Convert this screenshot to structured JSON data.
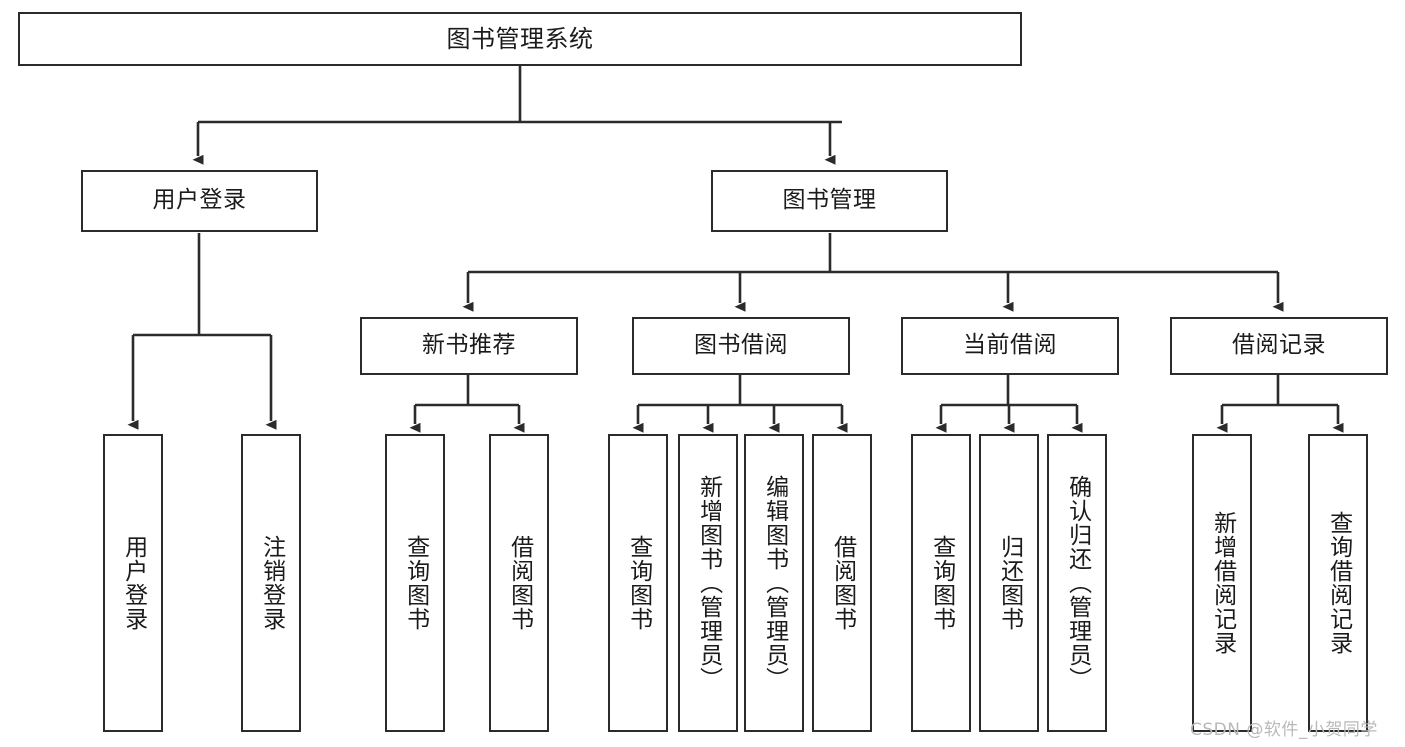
{
  "diagram": {
    "type": "tree",
    "title": "图书管理系统",
    "watermark": "CSDN @软件_小贺同学",
    "colors": {
      "stroke": "#2b2b2b",
      "fill": "#ffffff",
      "text": "#1b1b1b",
      "watermark": "#b9b9b9"
    },
    "levels": {
      "level1": [
        {
          "id": "root",
          "label": "图书管理系统"
        }
      ],
      "level2": [
        {
          "id": "login",
          "label": "用户登录"
        },
        {
          "id": "bookmgmt",
          "label": "图书管理"
        }
      ],
      "level3": [
        {
          "id": "newbook",
          "label": "新书推荐"
        },
        {
          "id": "borrow",
          "label": "图书借阅"
        },
        {
          "id": "current",
          "label": "当前借阅"
        },
        {
          "id": "records",
          "label": "借阅记录"
        }
      ],
      "leaves": [
        {
          "id": "leaf-user-login",
          "label": "用户登录",
          "parent": "login"
        },
        {
          "id": "leaf-user-logout",
          "label": "注销登录",
          "parent": "login"
        },
        {
          "id": "leaf-newbook-query",
          "label": "查询图书",
          "parent": "newbook"
        },
        {
          "id": "leaf-newbook-borrow",
          "label": "借阅图书",
          "parent": "newbook"
        },
        {
          "id": "leaf-borrow-query",
          "label": "查询图书",
          "parent": "borrow"
        },
        {
          "id": "leaf-borrow-add",
          "label": "新增图书（管理员）",
          "parent": "borrow"
        },
        {
          "id": "leaf-borrow-edit",
          "label": "编辑图书（管理员）",
          "parent": "borrow"
        },
        {
          "id": "leaf-borrow-lend",
          "label": "借阅图书",
          "parent": "borrow"
        },
        {
          "id": "leaf-current-query",
          "label": "查询图书",
          "parent": "current"
        },
        {
          "id": "leaf-current-return",
          "label": "归还图书",
          "parent": "current"
        },
        {
          "id": "leaf-current-confirm",
          "label": "确认归还（管理员）",
          "parent": "current"
        },
        {
          "id": "leaf-records-add",
          "label": "新增借阅记录",
          "parent": "records"
        },
        {
          "id": "leaf-records-query",
          "label": "查询借阅记录",
          "parent": "records"
        }
      ]
    },
    "edges": [
      {
        "from": "root",
        "to": "login"
      },
      {
        "from": "root",
        "to": "bookmgmt"
      },
      {
        "from": "login",
        "to": "leaf-user-login"
      },
      {
        "from": "login",
        "to": "leaf-user-logout"
      },
      {
        "from": "bookmgmt",
        "to": "newbook"
      },
      {
        "from": "bookmgmt",
        "to": "borrow"
      },
      {
        "from": "bookmgmt",
        "to": "current"
      },
      {
        "from": "bookmgmt",
        "to": "records"
      },
      {
        "from": "newbook",
        "to": "leaf-newbook-query"
      },
      {
        "from": "newbook",
        "to": "leaf-newbook-borrow"
      },
      {
        "from": "borrow",
        "to": "leaf-borrow-query"
      },
      {
        "from": "borrow",
        "to": "leaf-borrow-add"
      },
      {
        "from": "borrow",
        "to": "leaf-borrow-edit"
      },
      {
        "from": "borrow",
        "to": "leaf-borrow-lend"
      },
      {
        "from": "current",
        "to": "leaf-current-query"
      },
      {
        "from": "current",
        "to": "leaf-current-return"
      },
      {
        "from": "current",
        "to": "leaf-current-confirm"
      },
      {
        "from": "records",
        "to": "leaf-records-add"
      },
      {
        "from": "records",
        "to": "leaf-records-query"
      }
    ]
  }
}
